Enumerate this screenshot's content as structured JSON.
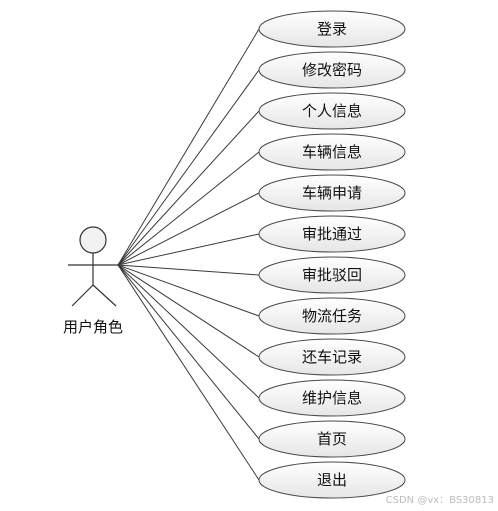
{
  "actor": {
    "label": "用户角色"
  },
  "use_cases": [
    {
      "label": "登录"
    },
    {
      "label": "修改密码"
    },
    {
      "label": "个人信息"
    },
    {
      "label": "车辆信息"
    },
    {
      "label": "车辆申请"
    },
    {
      "label": "审批通过"
    },
    {
      "label": "审批驳回"
    },
    {
      "label": "物流任务"
    },
    {
      "label": "还车记录"
    },
    {
      "label": "维护信息"
    },
    {
      "label": "首页"
    },
    {
      "label": "退出"
    }
  ],
  "watermark": "CSDN @vx：BS30813",
  "colors": {
    "ellipse_fill_top": "#ffffff",
    "ellipse_fill_bottom": "#e6e6e6",
    "stroke": "#4a4a4a"
  }
}
